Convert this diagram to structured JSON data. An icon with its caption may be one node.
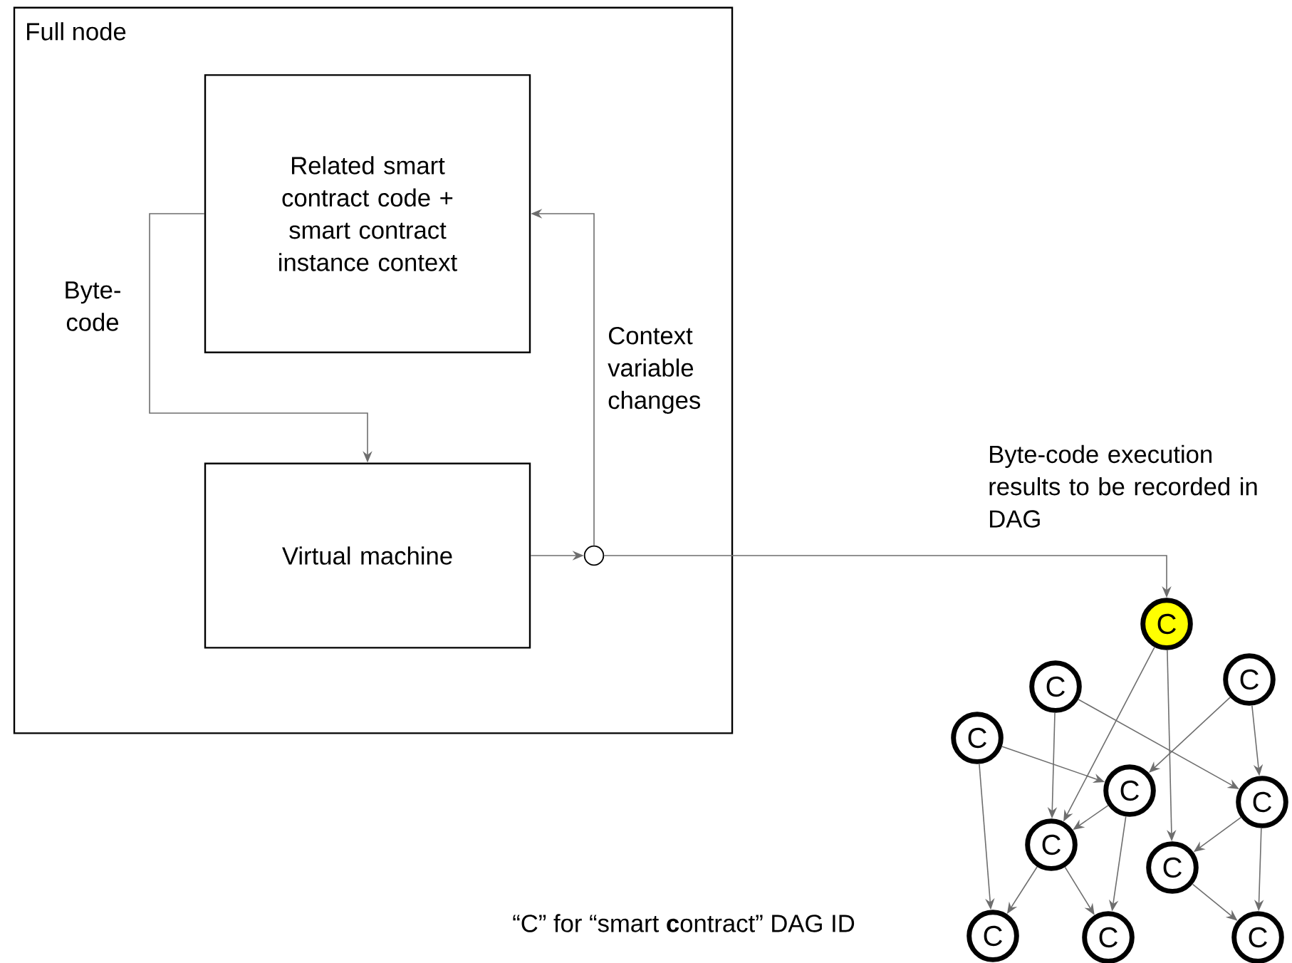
{
  "diagram": {
    "caption": "“C” for “smart **c**ontract” DAG ID",
    "nodes": [
      {
        "text": [
          "Full node"
        ]
      },
      {
        "text": [
          "Related smart contract code + smart contract instance context"
        ],
        "in": 0
      },
      {
        "text": [
          "Virtual machine"
        ],
        "in": 0
      },
      {
        "text": [],
        "shape": "circle",
        "in": 0
      },
      {
        "text": [
          "C"
        ]
      },
      {
        "text": [
          "C"
        ]
      },
      {
        "text": [
          "C"
        ]
      },
      {
        "text": [
          "C"
        ]
      },
      {
        "text": [
          "C"
        ]
      },
      {
        "text": [
          "C"
        ]
      },
      {
        "text": [
          "C"
        ]
      },
      {
        "text": [
          "C"
        ]
      },
      {
        "text": [
          "C"
        ]
      },
      {
        "text": [
          "C"
        ]
      },
      {
        "text": [
          "C"
        ]
      }
    ],
    "edges": [
      {
        "from": 1,
        "to": 2,
        "arrow": "to",
        "label": "Byte-code"
      },
      {
        "from": 2,
        "to": 3,
        "arrow": "to"
      },
      {
        "from": 3,
        "to": 1,
        "arrow": "to",
        "label": "Context variable changes"
      },
      {
        "from": 3,
        "to": 4,
        "arrow": "to",
        "label": "Byte-code execution results to be recorded in DAG"
      },
      {
        "from": 4,
        "to": 10,
        "arrow": "to"
      },
      {
        "from": 4,
        "to": 11,
        "arrow": "to"
      },
      {
        "from": 6,
        "to": 10,
        "arrow": "to"
      },
      {
        "from": 6,
        "to": 9,
        "arrow": "to"
      },
      {
        "from": 5,
        "to": 8,
        "arrow": "to"
      },
      {
        "from": 5,
        "to": 9,
        "arrow": "to"
      },
      {
        "from": 7,
        "to": 8,
        "arrow": "to"
      },
      {
        "from": 7,
        "to": 12,
        "arrow": "to"
      },
      {
        "from": 8,
        "to": 10,
        "arrow": "to"
      },
      {
        "from": 8,
        "to": 13,
        "arrow": "to"
      },
      {
        "from": 9,
        "to": 11,
        "arrow": "to"
      },
      {
        "from": 9,
        "to": 14,
        "arrow": "to"
      },
      {
        "from": 10,
        "to": 12,
        "arrow": "to"
      },
      {
        "from": 10,
        "to": 13,
        "arrow": "to"
      },
      {
        "from": 11,
        "to": 14,
        "arrow": "to"
      }
    ]
  }
}
